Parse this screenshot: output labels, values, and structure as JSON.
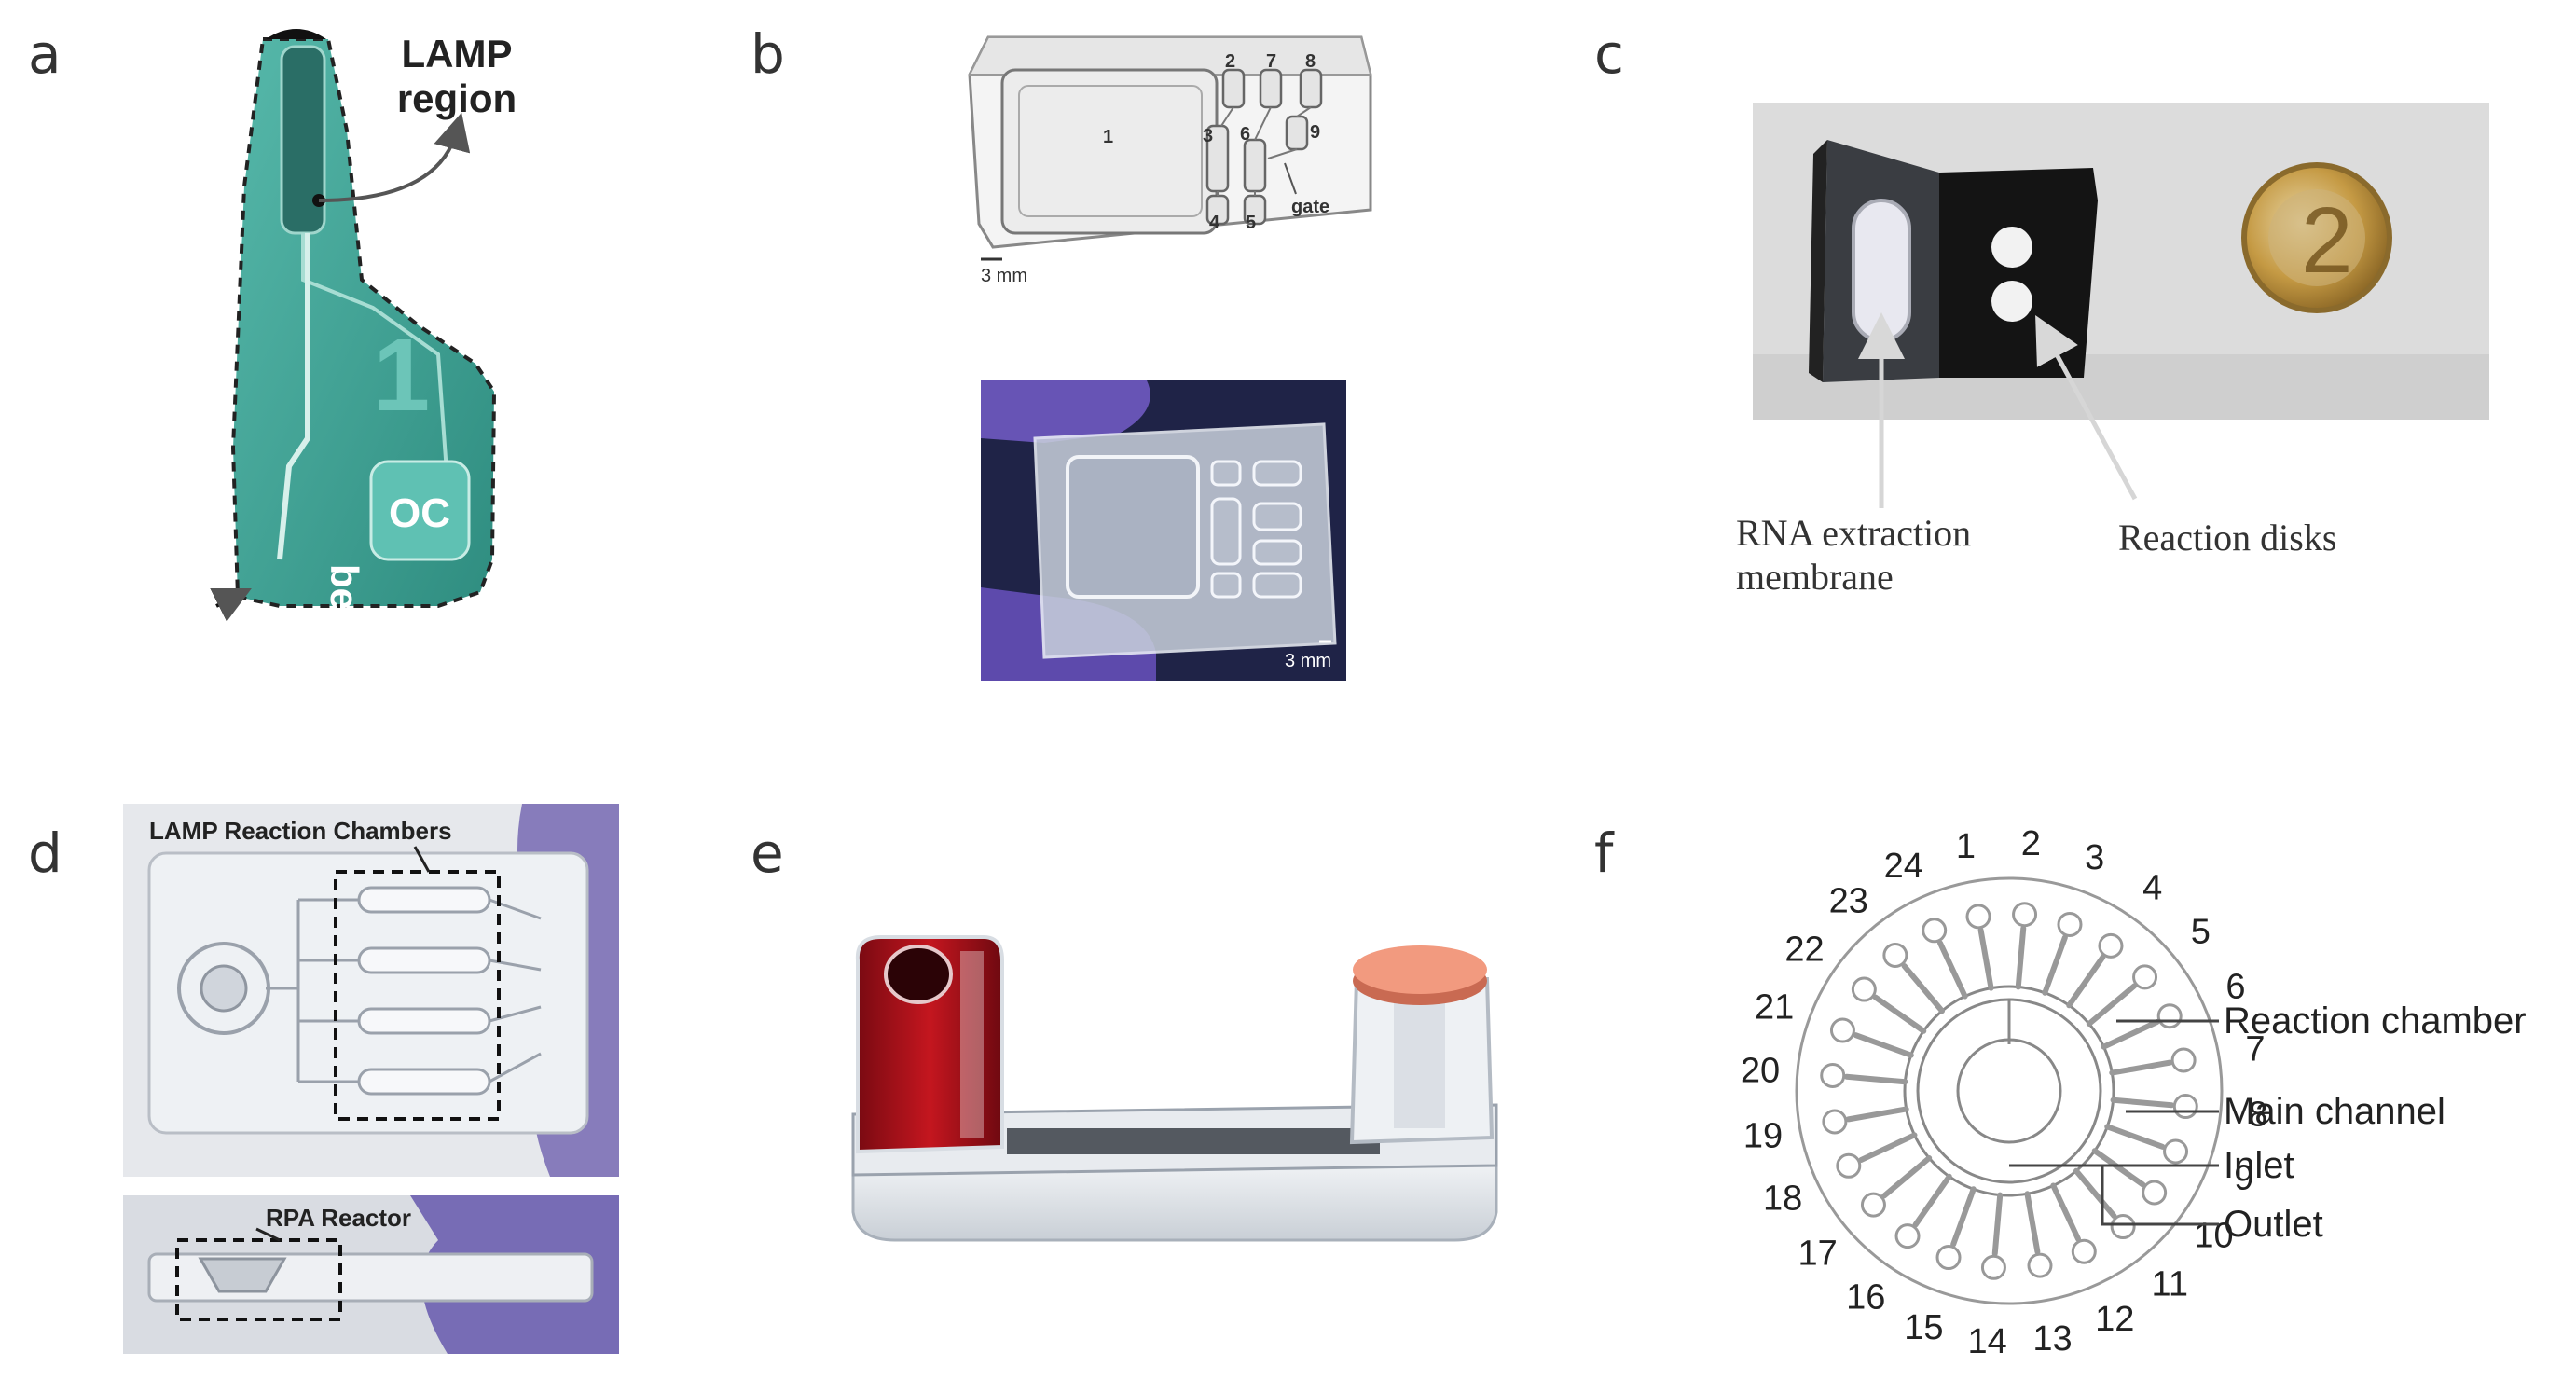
{
  "panels": {
    "a": {
      "label": "a",
      "lamp_line1": "LAMP",
      "lamp_line2": "region",
      "beads": "beads",
      "oc": "OC",
      "chip_digit": "1"
    },
    "b": {
      "label": "b",
      "numbers": [
        "1",
        "2",
        "3",
        "4",
        "5",
        "6",
        "7",
        "8",
        "9"
      ],
      "gate": "gate",
      "scale_top": "3 mm",
      "scale_bottom": "3 mm"
    },
    "c": {
      "label": "c",
      "coin_digit": "2",
      "rna_line1": "RNA extraction",
      "rna_line2": "membrane",
      "reaction_disks": "Reaction disks"
    },
    "d": {
      "label": "d",
      "lamp_chambers": "LAMP Reaction Chambers",
      "rpa_reactor": "RPA Reactor"
    },
    "e": {
      "label": "e"
    },
    "f": {
      "label": "f",
      "numbers": [
        "1",
        "2",
        "3",
        "4",
        "5",
        "6",
        "7",
        "8",
        "9",
        "10",
        "11",
        "12",
        "13",
        "14",
        "15",
        "16",
        "17",
        "18",
        "19",
        "20",
        "21",
        "22",
        "23",
        "24"
      ],
      "reaction_chamber": "Reaction chamber",
      "main_channel": "Main channel",
      "inlet": "Inlet",
      "outlet": "Outlet"
    }
  },
  "colors": {
    "chip_teal": "#3fa899",
    "glove_purple": "#5b4aa0",
    "liquid_red": "#b3111c",
    "cap_orange": "#e88868",
    "coin_gold": "#b88a32"
  }
}
